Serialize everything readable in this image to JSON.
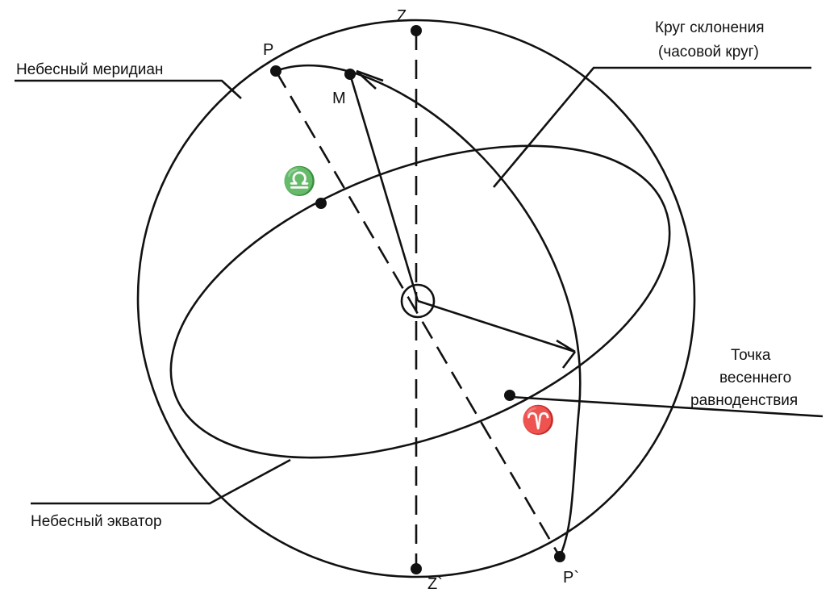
{
  "points": {
    "zenith": "Z",
    "nadir": "Z`",
    "north_pole": "P",
    "south_pole": "P`",
    "star": "M"
  },
  "symbols": {
    "libra": "♎",
    "aries": "♈"
  },
  "callouts": {
    "celestial_meridian": "Небесный меридиан",
    "declination_circle_line1": "Круг склонения",
    "declination_circle_line2": "(часовой круг)",
    "celestial_equator": "Небесный экватор",
    "vernal_equinox_line1": "Точка",
    "vernal_equinox_line2": "весеннего",
    "vernal_equinox_line3": "равноденствия"
  }
}
